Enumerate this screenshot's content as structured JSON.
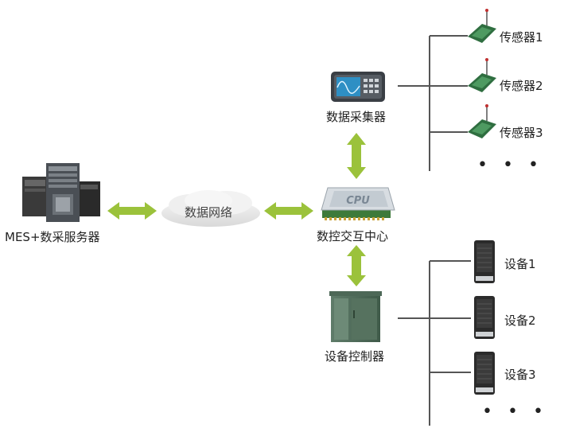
{
  "nodes": {
    "server": {
      "label": "MES+数采服务器",
      "icon": "server-tower-icon"
    },
    "network": {
      "label": "数据网络",
      "icon": "cloud-icon"
    },
    "cpu": {
      "label": "数控交互中心",
      "chip_text": "CPU",
      "icon": "cpu-chip-icon"
    },
    "collector": {
      "label": "数据采集器",
      "icon": "data-collector-icon"
    },
    "controller": {
      "label": "设备控制器",
      "icon": "control-cabinet-icon"
    }
  },
  "sensors": [
    {
      "label": "传感器1",
      "icon": "wireless-sensor-icon"
    },
    {
      "label": "传感器2",
      "icon": "wireless-sensor-icon"
    },
    {
      "label": "传感器3",
      "icon": "wireless-sensor-icon"
    }
  ],
  "sensors_more": "• • •",
  "devices": [
    {
      "label": "设备1",
      "icon": "equipment-cabinet-icon"
    },
    {
      "label": "设备2",
      "icon": "equipment-cabinet-icon"
    },
    {
      "label": "设备3",
      "icon": "equipment-cabinet-icon"
    }
  ],
  "devices_more": "• • •",
  "colors": {
    "arrow": "#9bc23b",
    "line": "#555555",
    "sensor_green": "#3a7a4a",
    "device_dark": "#2b2b2b"
  }
}
